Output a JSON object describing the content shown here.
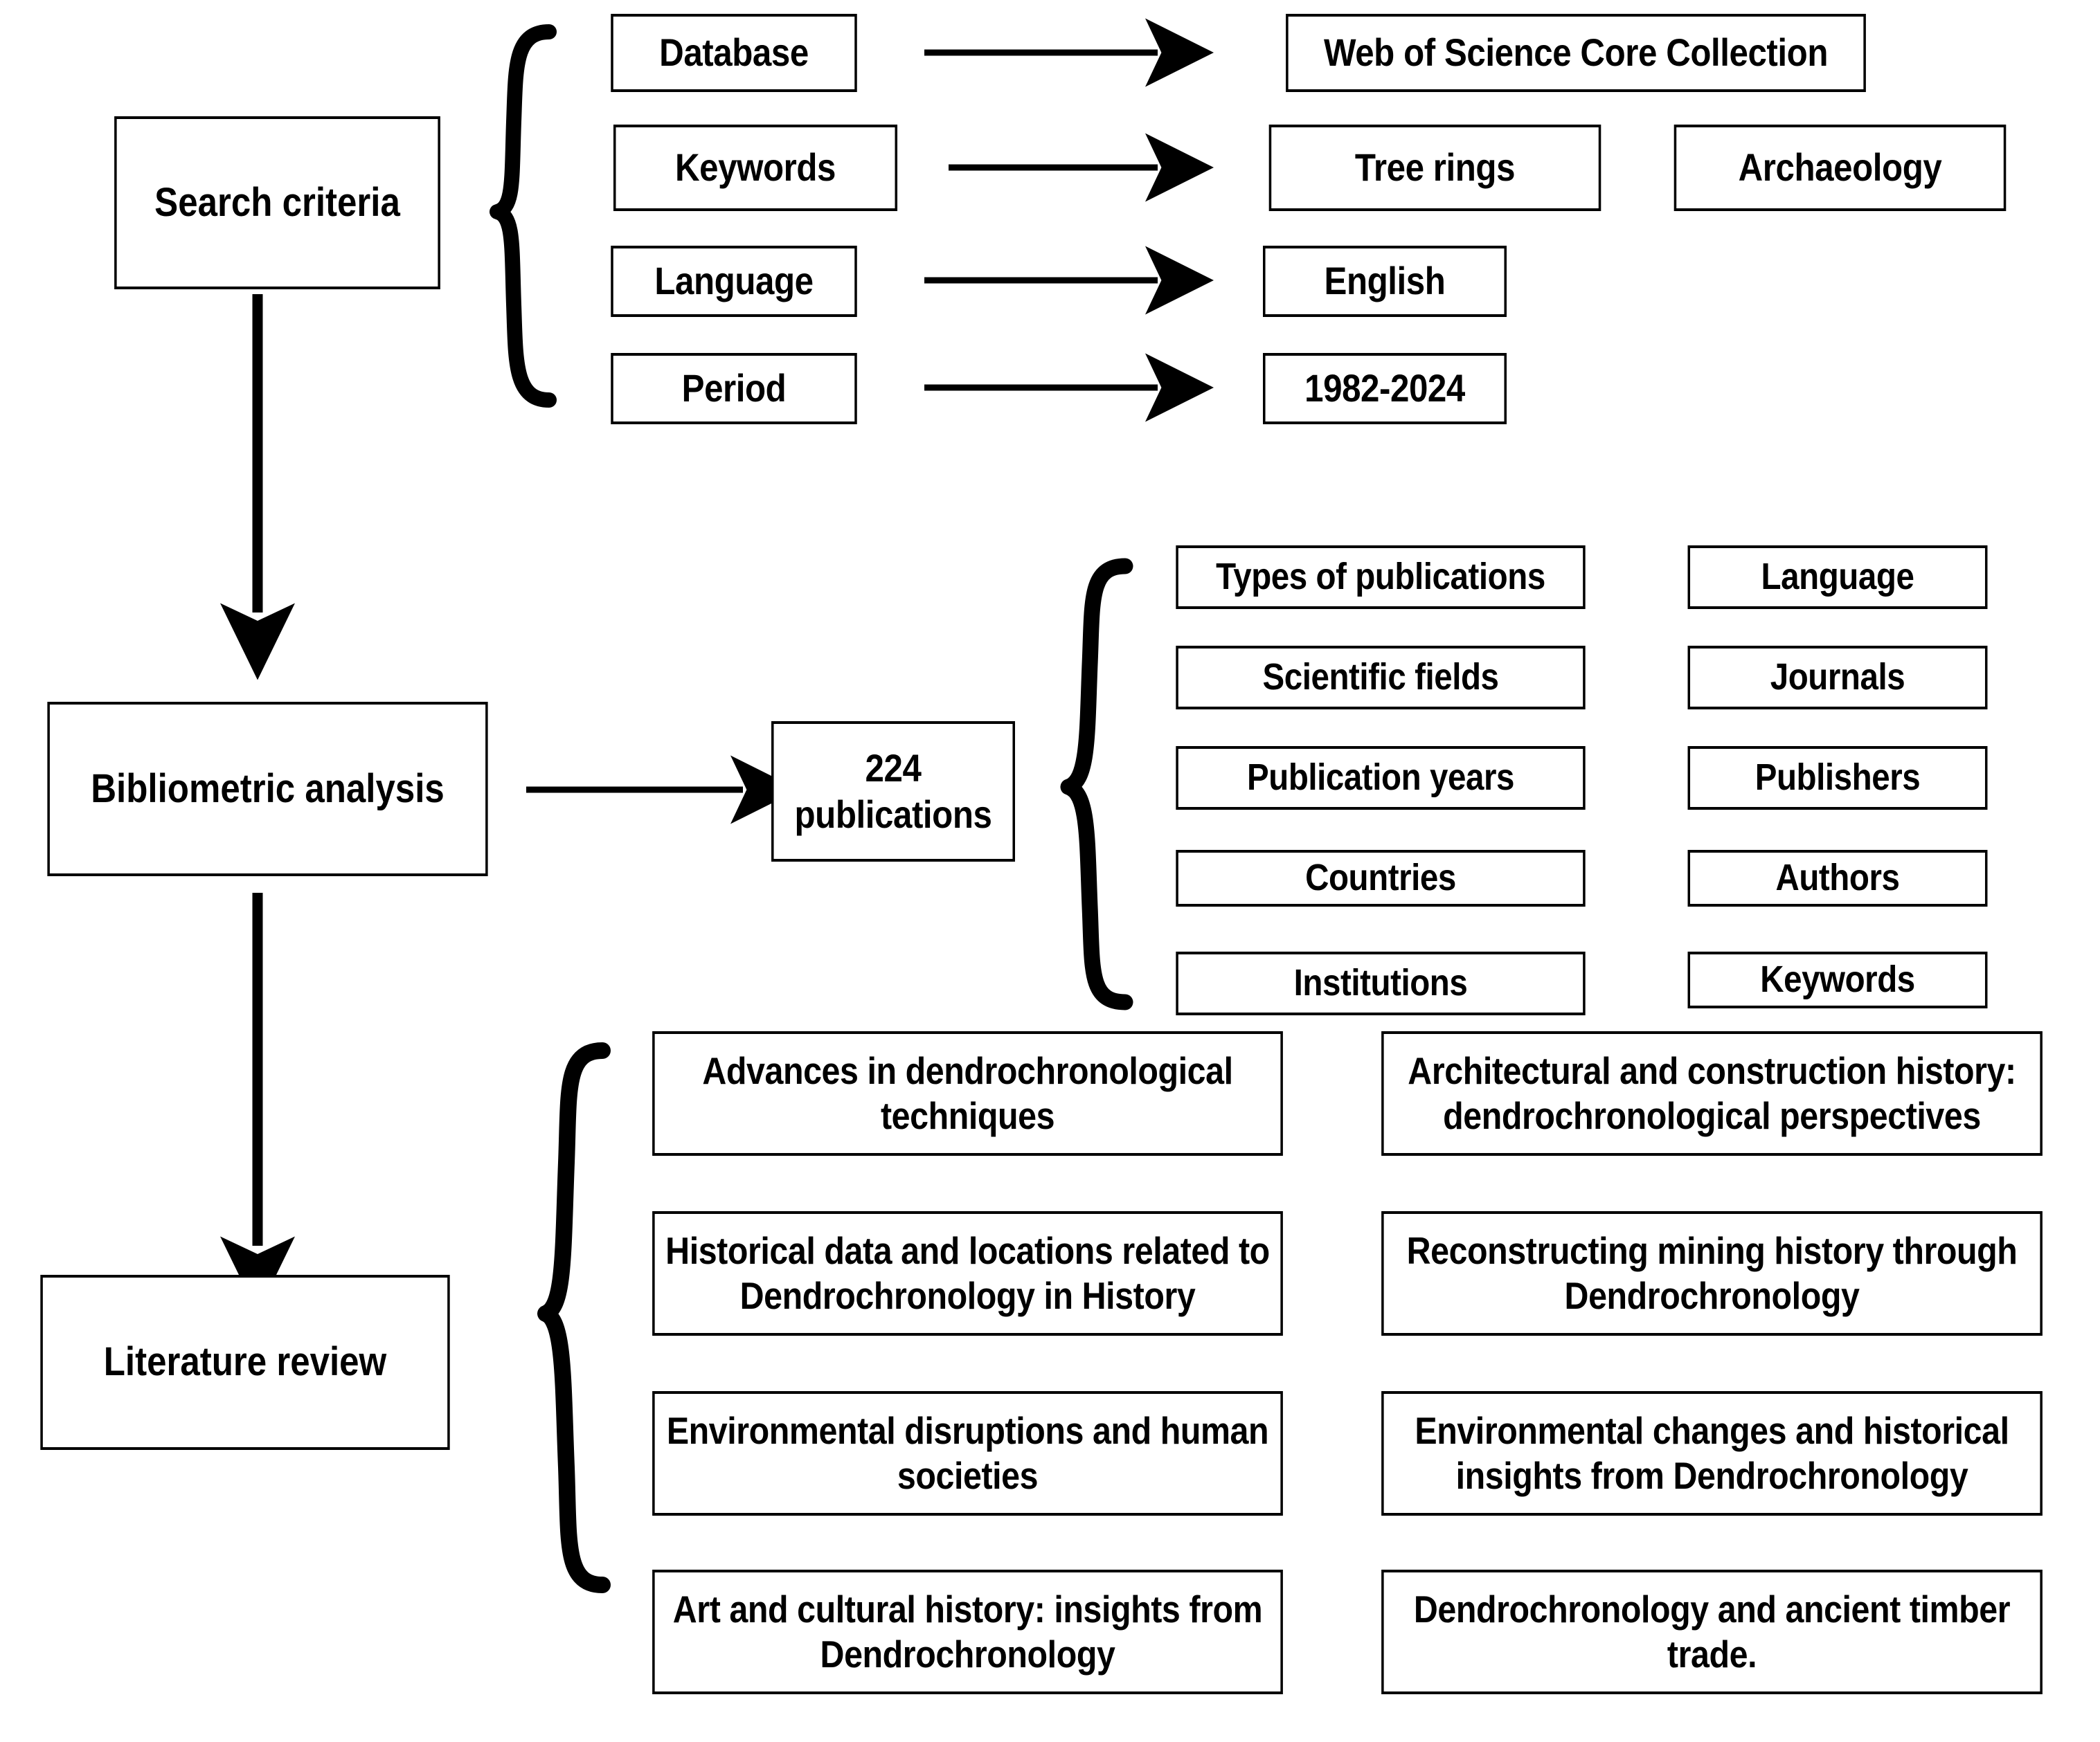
{
  "diagram": {
    "title": "Dendrochronology literature review methodology flowchart",
    "accent_color": "#000000",
    "background_color": "#ffffff"
  },
  "stages": {
    "search_criteria": "Search criteria",
    "bibliometric_analysis": "Bibliometric analysis",
    "literature_review": "Literature review"
  },
  "search": {
    "criteria_labels": [
      "Database",
      "Keywords",
      "Language",
      "Period"
    ],
    "values": {
      "database": "Web of Science Core Collection",
      "keywords": [
        "Tree rings",
        "Archaeology"
      ],
      "language": "English",
      "period": "1982-2024"
    }
  },
  "bibliometric": {
    "publications_count": "224",
    "publications_label": "publications",
    "publications_box": "224\npublications",
    "categories_left": [
      "Types of publications",
      "Scientific fields",
      "Publication years",
      "Countries",
      "Institutions"
    ],
    "categories_right": [
      "Language",
      "Journals",
      "Publishers",
      "Authors",
      "Keywords"
    ]
  },
  "review": {
    "topics_left": [
      "Advances in dendrochronological techniques",
      "Historical data and locations related to Dendrochronology in History",
      "Environmental disruptions and human societies",
      "Art and cultural history: insights from Dendrochronology"
    ],
    "topics_right": [
      "Architectural and construction history: dendrochronological perspectives",
      "Reconstructing mining history through Dendrochronology",
      "Environmental changes and historical insights from Dendrochronology",
      "Dendrochronology and ancient timber trade."
    ]
  },
  "connectors": {
    "brace_search": "curly-brace",
    "brace_bibliometric": "curly-brace",
    "brace_review": "curly-brace",
    "arrow_database": "right-arrow",
    "arrow_keywords": "right-arrow",
    "arrow_language": "right-arrow",
    "arrow_period": "right-arrow",
    "arrow_search_to_biblio": "down-arrow",
    "arrow_biblio_to_review": "down-arrow",
    "arrow_biblio_to_pubs": "right-arrow"
  }
}
